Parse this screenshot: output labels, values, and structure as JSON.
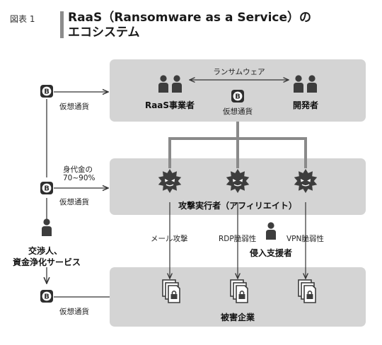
{
  "figure": {
    "label": "図表 1",
    "title_line1": "RaaS（Ransomware as a Service）の",
    "title_line2": "エコシステム"
  },
  "nodes": {
    "raas_operator": "RaaS事業者",
    "developer": "開発者",
    "ransomware": "ランサムウェア",
    "crypto_top": "仮想通貨",
    "affiliates": "攻撃実行者（アフィリエイト）",
    "access_broker": "侵入支援者",
    "victims": "被害企業",
    "negotiator_line1": "交渉人、",
    "negotiator_line2": "資金浄化サービス"
  },
  "edges": {
    "email_attack": "メール攻撃",
    "rdp": "RDP脆弱性",
    "vpn": "VPN脆弱性",
    "ransom_line1": "身代金の",
    "ransom_line2": "70~90%"
  },
  "left_column": {
    "crypto_1": "仮想通貨",
    "crypto_2": "仮想通貨",
    "crypto_3": "仮想通貨"
  },
  "colors": {
    "panel": "#d4d4d4",
    "dark": "#3d3d3d",
    "connector": "#8a8a8a"
  }
}
